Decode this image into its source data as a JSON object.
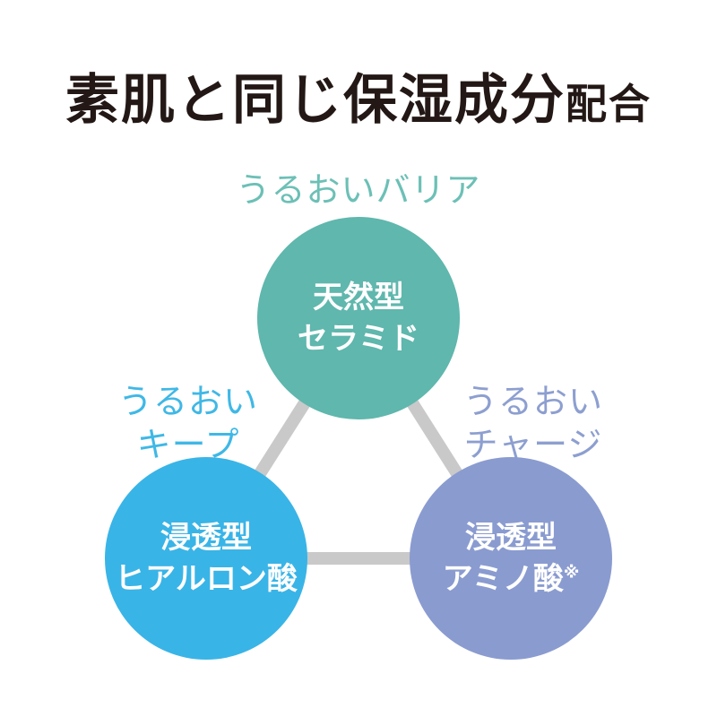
{
  "title": {
    "main": "素肌と同じ保湿成分",
    "suffix": "配合"
  },
  "labels": {
    "top": "うるおいバリア",
    "left_line1": "うるおい",
    "left_line2": "キープ",
    "right_line1": "うるおい",
    "right_line2": "チャージ"
  },
  "circles": {
    "top": {
      "line1": "天然型",
      "line2": "セラミド",
      "color": "#5fb7ad"
    },
    "left": {
      "line1": "浸透型",
      "line2": "ヒアルロン酸",
      "color": "#39b4e7"
    },
    "right": {
      "line1": "浸透型",
      "line2": "アミノ酸",
      "note": "※",
      "color": "#8a9bd0"
    }
  },
  "colors": {
    "title": "#231815",
    "connector": "#c9c9c9"
  }
}
